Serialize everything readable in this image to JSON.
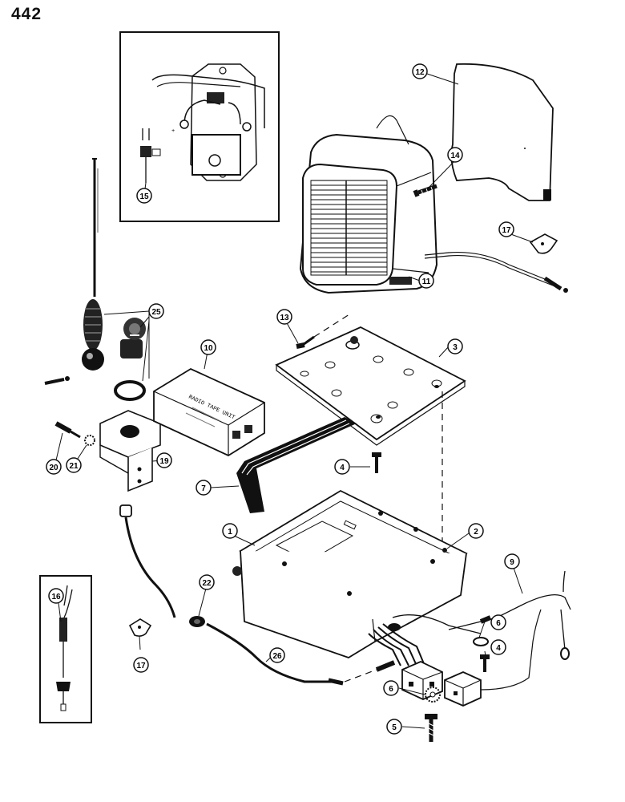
{
  "page_number": "442",
  "callouts": [
    {
      "id": "c1",
      "label": "1"
    },
    {
      "id": "c2",
      "label": "2"
    },
    {
      "id": "c3",
      "label": "3"
    },
    {
      "id": "c4a",
      "label": "4"
    },
    {
      "id": "c4b",
      "label": "4"
    },
    {
      "id": "c5",
      "label": "5"
    },
    {
      "id": "c6a",
      "label": "6"
    },
    {
      "id": "c6b",
      "label": "6"
    },
    {
      "id": "c7",
      "label": "7"
    },
    {
      "id": "c9",
      "label": "9"
    },
    {
      "id": "c10",
      "label": "10"
    },
    {
      "id": "c11",
      "label": "11"
    },
    {
      "id": "c12",
      "label": "12"
    },
    {
      "id": "c13",
      "label": "13"
    },
    {
      "id": "c14",
      "label": "14"
    },
    {
      "id": "c15",
      "label": "15"
    },
    {
      "id": "c16",
      "label": "16"
    },
    {
      "id": "c17a",
      "label": "17"
    },
    {
      "id": "c17b",
      "label": "17"
    },
    {
      "id": "c19",
      "label": "19"
    },
    {
      "id": "c20",
      "label": "20"
    },
    {
      "id": "c21",
      "label": "21"
    },
    {
      "id": "c22",
      "label": "22"
    },
    {
      "id": "c25",
      "label": "25"
    },
    {
      "id": "c26",
      "label": "26"
    }
  ]
}
